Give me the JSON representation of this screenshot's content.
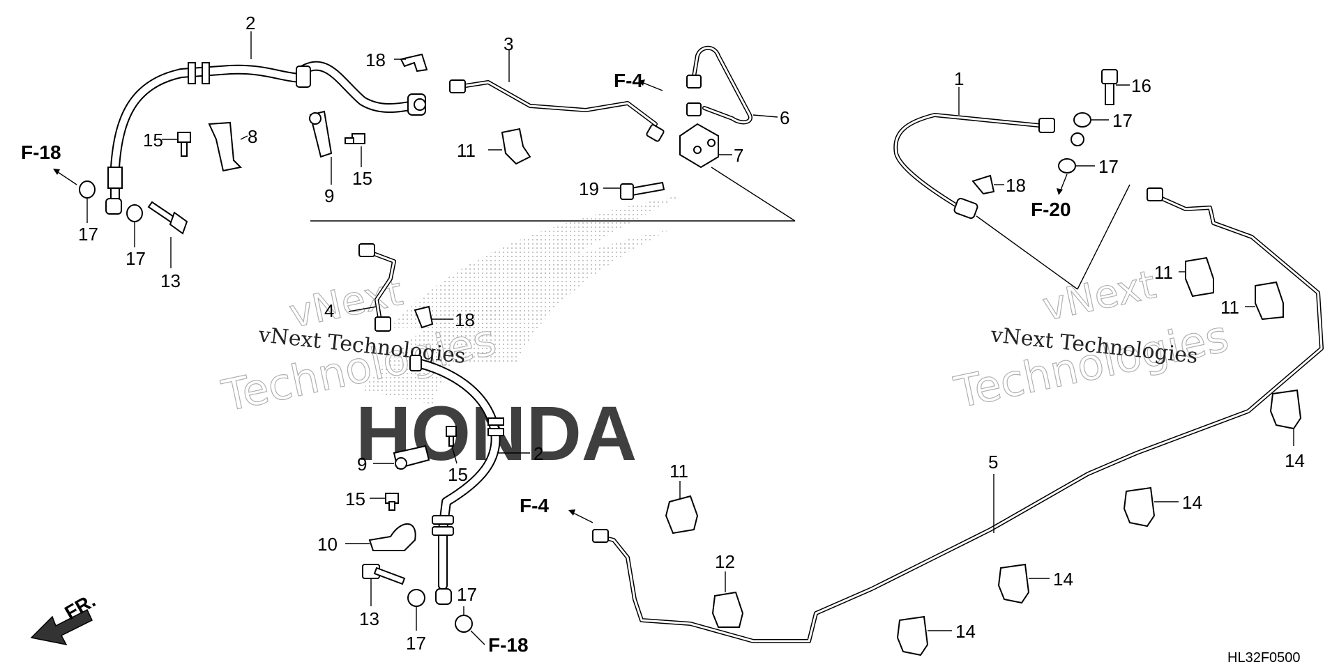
{
  "diagram_code": "HL32F0500",
  "watermark": {
    "brand_top": "vNext",
    "brand_bottom": "Technologies",
    "brand_line": "vNext Technologies",
    "logo_text": "HONDA"
  },
  "direction_label": "FR.",
  "references": {
    "f18_left": "F-18",
    "f18_bottom": "F-18",
    "f4_top": "F-4",
    "f4_bottom": "F-4",
    "f20": "F-20"
  },
  "callouts": {
    "c1": "1",
    "c2a": "2",
    "c2b": "2",
    "c3": "3",
    "c4": "4",
    "c5": "5",
    "c6": "6",
    "c7": "7",
    "c8": "8",
    "c9a": "9",
    "c9b": "9",
    "c10": "10",
    "c11a": "11",
    "c11b": "11",
    "c11c": "11",
    "c11d": "11",
    "c12": "12",
    "c13a": "13",
    "c13b": "13",
    "c14a": "14",
    "c14b": "14",
    "c14c": "14",
    "c14d": "14",
    "c15a": "15",
    "c15b": "15",
    "c15c": "15",
    "c15d": "15",
    "c16": "16",
    "c17a": "17",
    "c17b": "17",
    "c17c": "17",
    "c17d": "17",
    "c17e": "17",
    "c17f": "17",
    "c18a": "18",
    "c18b": "18",
    "c18c": "18",
    "c19": "19"
  },
  "colors": {
    "line": "#000000",
    "background": "#ffffff",
    "watermark_outline": "#b0b0b0"
  }
}
